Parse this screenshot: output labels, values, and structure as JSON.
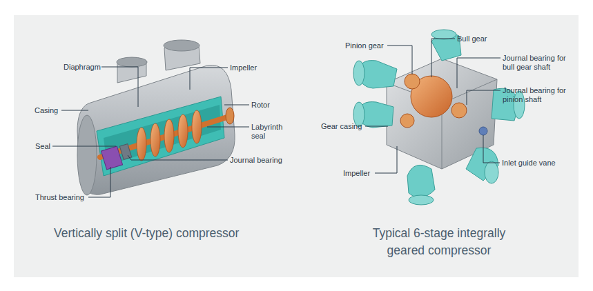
{
  "diagram": {
    "labels": [
      "Diaphragm",
      "Impeller",
      "Casing",
      "Rotor",
      "Labyrinth seal",
      "Seal",
      "Journal bearing",
      "Thrust bearing",
      "Vertically split (V-type) compressor",
      "Pinion gear",
      "Bull gear",
      "Journal bearing for bull gear shaft",
      "Journal bearing for pinion shaft",
      "Gear casing",
      "Impeller",
      "Inlet guide vane",
      "Typical 6-stage integrally geared compressor"
    ]
  }
}
